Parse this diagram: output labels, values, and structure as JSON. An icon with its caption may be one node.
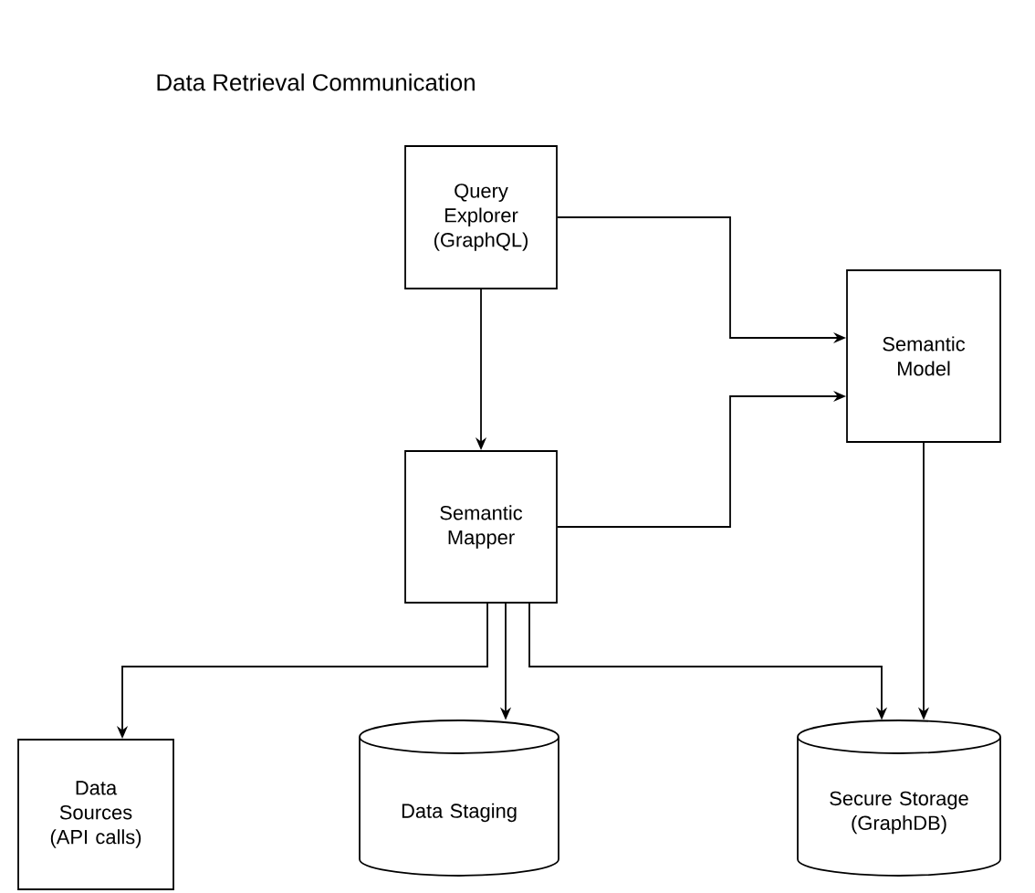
{
  "diagram": {
    "title": "Data Retrieval Communication",
    "nodes": [
      {
        "text": [
          "Query Explorer (GraphQL)"
        ]
      },
      {
        "text": [
          "Semantic Model"
        ]
      },
      {
        "text": [
          "Semantic Mapper"
        ]
      },
      {
        "text": [
          "Data Sources (API calls)"
        ]
      },
      {
        "text": [
          "Data Staging"
        ]
      },
      {
        "text": [
          "Secure Storage (GraphDB)"
        ]
      }
    ],
    "edges": [
      {
        "from": 0,
        "to": 2,
        "arrow": "to"
      },
      {
        "from": 0,
        "to": 1,
        "arrow": "to"
      },
      {
        "from": 2,
        "to": 1,
        "arrow": "to"
      },
      {
        "from": 1,
        "to": 5,
        "arrow": "to"
      },
      {
        "from": 2,
        "to": 3,
        "arrow": "to"
      },
      {
        "from": 2,
        "to": 4,
        "arrow": "to"
      },
      {
        "from": 2,
        "to": 5,
        "arrow": "to"
      }
    ]
  }
}
